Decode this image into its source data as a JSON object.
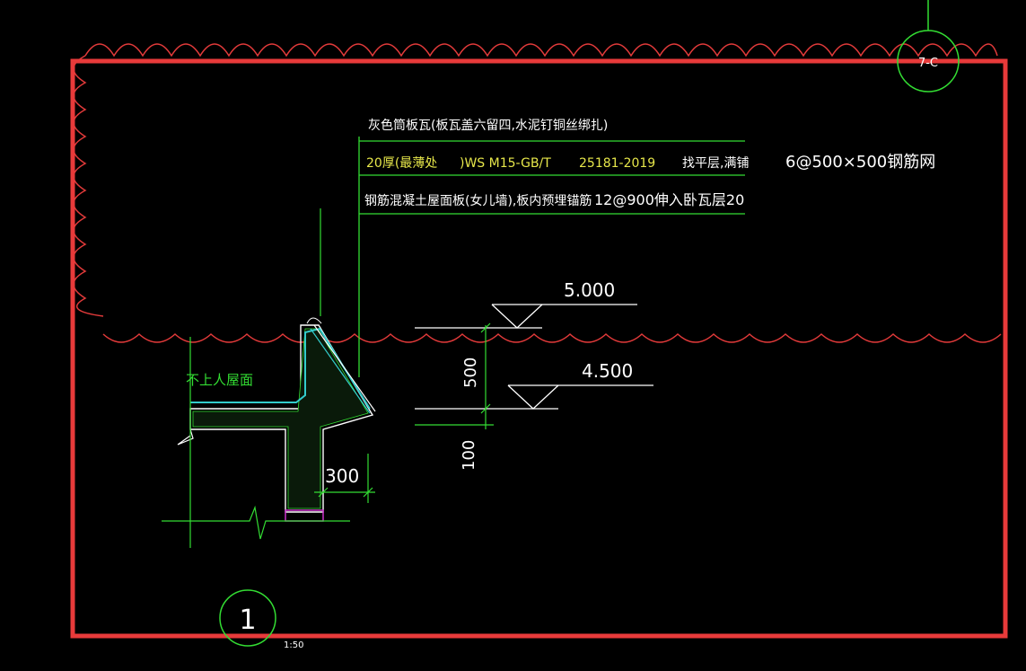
{
  "colors": {
    "background": "#000000",
    "selection_frame": "#e83a3a",
    "revision_cloud": "#e23a3a",
    "leader_lines": "#33dd33",
    "dimension_text": "#ffffff",
    "yellow_text": "#e6e64a",
    "magenta_fill": "#cc33cc",
    "cyan_hatch": "#33cccc"
  },
  "annotations": {
    "line1": "灰色筒板瓦(板瓦盖六留四,水泥钉铜丝绑扎)",
    "line2_a": "20厚(最薄处",
    "line2_b": ")WS M15-GB/T",
    "line2_c": "25181-2019",
    "line2_d": "找平层,满铺",
    "line2_e": "6@500×500钢筋网",
    "line3_a": "钢筋混凝土屋面板(女儿墙),板内预埋锚筋",
    "line3_b": "12@900伸入卧瓦层20"
  },
  "elevations": {
    "top": "5.000",
    "bottom": "4.500"
  },
  "dimensions": {
    "vertical_500": "500",
    "vertical_100": "100",
    "width_300": "300"
  },
  "labels": {
    "roof_note": "不上人屋面",
    "detail_number": "1",
    "detail_scale": "1:50",
    "axis_bubble": "7-C"
  }
}
